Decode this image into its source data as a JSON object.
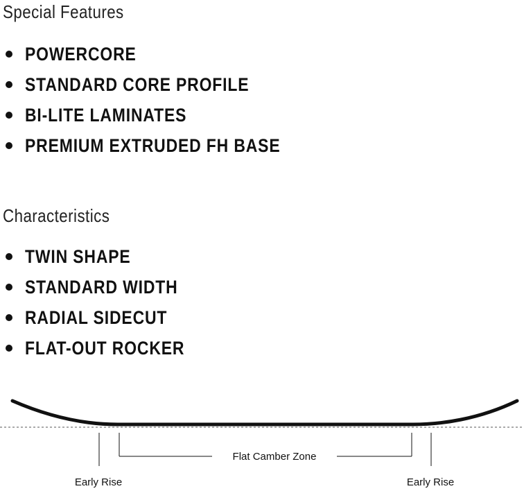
{
  "special_features": {
    "heading": "Special Features",
    "items": [
      "POWERCORE",
      "STANDARD CORE PROFILE",
      "BI-LITE LAMINATES",
      "PREMIUM EXTRUDED FH BASE"
    ]
  },
  "characteristics": {
    "heading": "Characteristics",
    "items": [
      "TWIN SHAPE",
      "STANDARD WIDTH",
      "RADIAL SIDECUT",
      "FLAT-OUT ROCKER"
    ]
  },
  "profile_diagram": {
    "zone_label": "Flat Camber Zone",
    "left_rise_label": "Early Rise",
    "right_rise_label": "Early Rise"
  }
}
